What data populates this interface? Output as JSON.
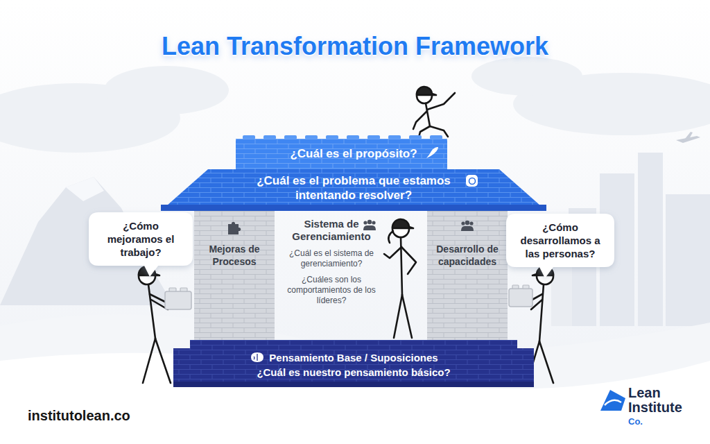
{
  "diagram": {
    "title": "Lean Transformation Framework",
    "nodes": [
      {
        "text": [
          "¿Cuál es el propósito?",
          "¿Cuál es el problema que estamos intentando resolver?"
        ]
      },
      {
        "text": [
          "¿Cómo mejoramos el trabajo?"
        ]
      },
      {
        "text": [
          "Mejoras de Procesos"
        ]
      },
      {
        "text": [
          "Sistema de Gerenciamiento",
          "¿Cuál es el sistema de gerenciamiento?",
          "¿Cuáles son los comportamientos de los líderes?"
        ]
      },
      {
        "text": [
          "Desarrollo de capacidades"
        ]
      },
      {
        "text": [
          "¿Cómo desarrollamos a las personas?"
        ]
      },
      {
        "text": [
          "Pensamiento Base / Suposiciones",
          "¿Cuál es nuestro pensamiento básico?"
        ]
      }
    ],
    "labels": [
      "institutolean.co",
      "Lean Institute",
      "Co."
    ]
  }
}
